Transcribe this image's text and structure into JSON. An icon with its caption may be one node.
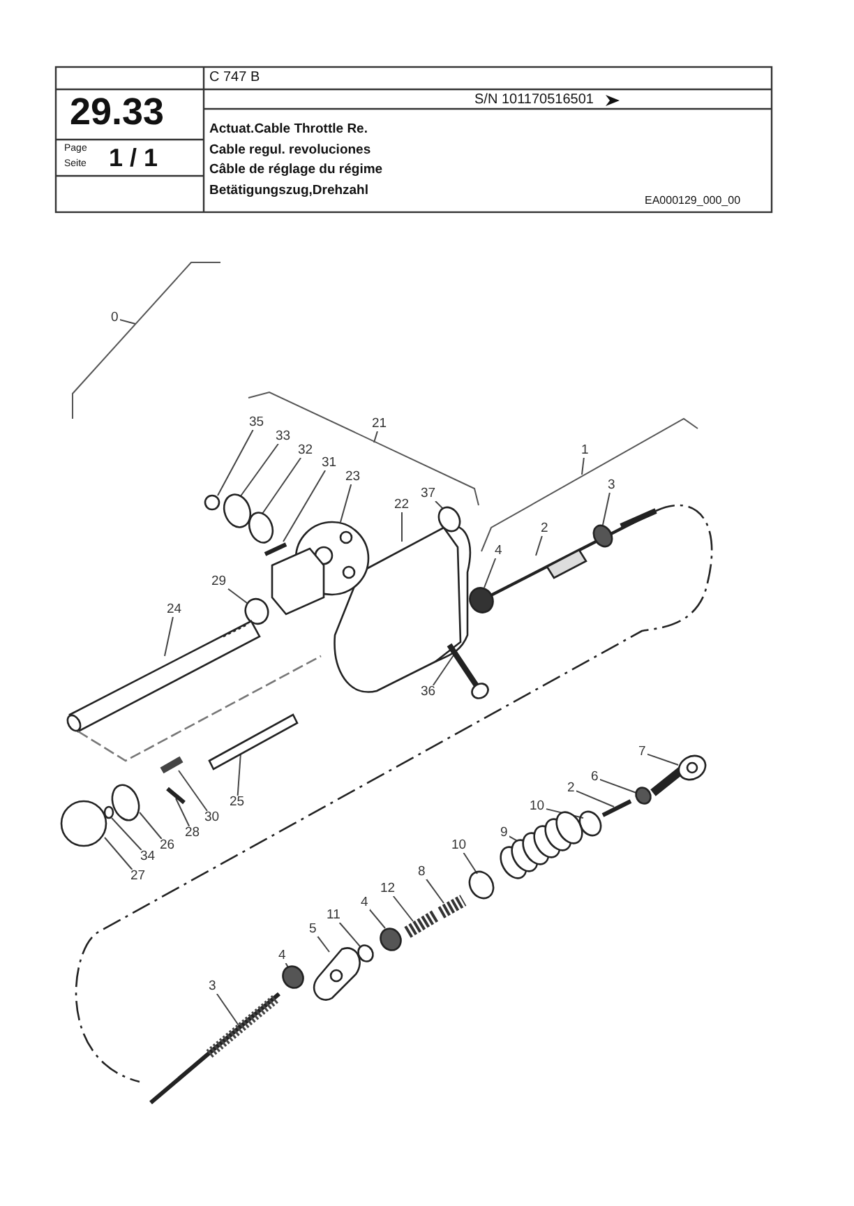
{
  "diagram": {
    "nodes": [
      {
        "text": [
          "0"
        ]
      },
      {
        "text": [
          "21"
        ]
      },
      {
        "text": [
          "1"
        ]
      },
      {
        "text": [
          "35"
        ]
      },
      {
        "text": [
          "33"
        ]
      },
      {
        "text": [
          "32"
        ]
      },
      {
        "text": [
          "31"
        ]
      },
      {
        "text": [
          "23"
        ]
      },
      {
        "text": [
          "22"
        ]
      },
      {
        "text": [
          "37"
        ]
      },
      {
        "text": [
          "3"
        ]
      },
      {
        "text": [
          "2"
        ]
      },
      {
        "text": [
          "4"
        ]
      },
      {
        "text": [
          "29"
        ]
      },
      {
        "text": [
          "24"
        ]
      },
      {
        "text": [
          "36"
        ]
      },
      {
        "text": [
          "25"
        ]
      },
      {
        "text": [
          "30"
        ]
      },
      {
        "text": [
          "28"
        ]
      },
      {
        "text": [
          "26"
        ]
      },
      {
        "text": [
          "34"
        ]
      },
      {
        "text": [
          "27"
        ]
      },
      {
        "text": [
          "7"
        ]
      },
      {
        "text": [
          "6"
        ]
      },
      {
        "text": [
          "2"
        ]
      },
      {
        "text": [
          "10"
        ]
      },
      {
        "text": [
          "9"
        ]
      },
      {
        "text": [
          "10"
        ]
      },
      {
        "text": [
          "8"
        ]
      },
      {
        "text": [
          "12"
        ]
      },
      {
        "text": [
          "4"
        ]
      },
      {
        "text": [
          "11"
        ]
      },
      {
        "text": [
          "5"
        ]
      },
      {
        "text": [
          "4"
        ]
      },
      {
        "text": [
          "3"
        ]
      }
    ],
    "edges": [
      {
        "from": 0,
        "to": null,
        "arrow": "none"
      },
      {
        "from": 1,
        "to": null,
        "arrow": "none"
      },
      {
        "from": 2,
        "to": null,
        "arrow": "none"
      },
      {
        "from": 3,
        "to": null,
        "arrow": "none"
      },
      {
        "from": 4,
        "to": null,
        "arrow": "none"
      },
      {
        "from": 5,
        "to": null,
        "arrow": "none"
      },
      {
        "from": 6,
        "to": null,
        "arrow": "none"
      },
      {
        "from": 7,
        "to": null,
        "arrow": "none"
      },
      {
        "from": 8,
        "to": null,
        "arrow": "none"
      },
      {
        "from": 9,
        "to": null,
        "arrow": "none"
      },
      {
        "from": 10,
        "to": null,
        "arrow": "none"
      },
      {
        "from": 11,
        "to": null,
        "arrow": "none"
      },
      {
        "from": 12,
        "to": null,
        "arrow": "none"
      },
      {
        "from": 13,
        "to": null,
        "arrow": "none"
      },
      {
        "from": 14,
        "to": null,
        "arrow": "none"
      },
      {
        "from": 15,
        "to": null,
        "arrow": "none"
      },
      {
        "from": 16,
        "to": null,
        "arrow": "none"
      },
      {
        "from": 17,
        "to": null,
        "arrow": "none"
      },
      {
        "from": 18,
        "to": null,
        "arrow": "none"
      },
      {
        "from": 19,
        "to": null,
        "arrow": "none"
      },
      {
        "from": 20,
        "to": null,
        "arrow": "none"
      },
      {
        "from": 21,
        "to": null,
        "arrow": "none"
      },
      {
        "from": 22,
        "to": null,
        "arrow": "none"
      },
      {
        "from": 23,
        "to": null,
        "arrow": "none"
      },
      {
        "from": 24,
        "to": null,
        "arrow": "none"
      },
      {
        "from": 25,
        "to": null,
        "arrow": "none"
      },
      {
        "from": 26,
        "to": null,
        "arrow": "none"
      },
      {
        "from": 27,
        "to": null,
        "arrow": "none"
      },
      {
        "from": 28,
        "to": null,
        "arrow": "none"
      },
      {
        "from": 29,
        "to": null,
        "arrow": "none"
      },
      {
        "from": 30,
        "to": null,
        "arrow": "none"
      },
      {
        "from": 31,
        "to": null,
        "arrow": "none"
      },
      {
        "from": 32,
        "to": null,
        "arrow": "none"
      },
      {
        "from": 33,
        "to": null,
        "arrow": "none"
      },
      {
        "from": 34,
        "to": null,
        "arrow": "none"
      }
    ],
    "labels": [
      "C 747 B",
      "29.33",
      "S/N 101170516501",
      "Page",
      "Seite",
      "1 / 1",
      "Actuat.Cable Throttle Re.",
      "Cable regul. revoluciones",
      "Câble de réglage du régime",
      "Betätigungszug,Drehzahl",
      "EA000129_000_00"
    ]
  }
}
